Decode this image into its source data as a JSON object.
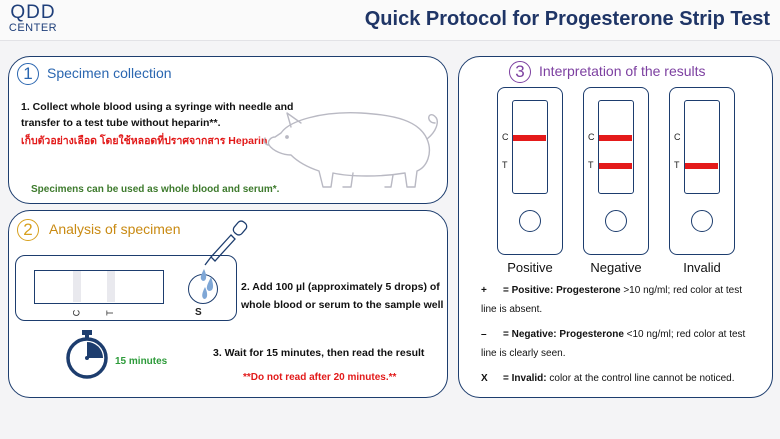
{
  "header": {
    "logo_line1": "QDD",
    "logo_line2": "CENTER",
    "title": "Quick Protocol for Progesterone Strip Test"
  },
  "step1": {
    "number": "1",
    "title": "Specimen collection",
    "instruction_line1": "1. Collect whole blood using a syringe with needle and",
    "instruction_line2": "transfer to a test tube without heparin**.",
    "thai_note": "เก็บตัวอย่างเลือด โดยใช้หลอดที่ปราศจากสาร Heparin",
    "note": "Specimens can be used as whole blood and serum*."
  },
  "step2": {
    "number": "2",
    "title": "Analysis of specimen",
    "cassette_c": "C",
    "cassette_t": "T",
    "well_label": "S",
    "instruction2_line1": "2. Add 100 µl (approximately 5 drops) of",
    "instruction2_line2": "whole blood or serum to the sample well",
    "timer": "15 minutes",
    "instruction3": "3. Wait for 15 minutes, then read the result",
    "warning": "**Do not read after 20 minutes.**"
  },
  "step3": {
    "number": "3",
    "title": "Interpretation of the results",
    "strips": [
      {
        "label": "Positive",
        "c_mark": "C",
        "t_mark": "T"
      },
      {
        "label": "Negative",
        "c_mark": "C",
        "t_mark": "T"
      },
      {
        "label": "Invalid",
        "c_mark": "C",
        "t_mark": "T"
      }
    ],
    "legend": [
      {
        "symbol": "+",
        "prefix": "= Positive: Progesterone",
        "rest": " >10 ng/ml; red color at test",
        "line2": "line is absent."
      },
      {
        "symbol": "–",
        "prefix": "= Negative: Progesterone",
        "rest": " <10 ng/ml; red color at test",
        "line2": "line is clearly seen."
      },
      {
        "symbol": "X",
        "prefix": "= Invalid:",
        "rest": " color at the control line cannot be noticed.",
        "line2": ""
      }
    ]
  },
  "colors": {
    "navy": "#1d3d6e",
    "band_red": "#e41a1a",
    "step1_blue": "#2a66b0",
    "step2_gold": "#d7a01d",
    "step3_purple": "#7c3fa0",
    "timer_green": "#2d9b3a"
  }
}
